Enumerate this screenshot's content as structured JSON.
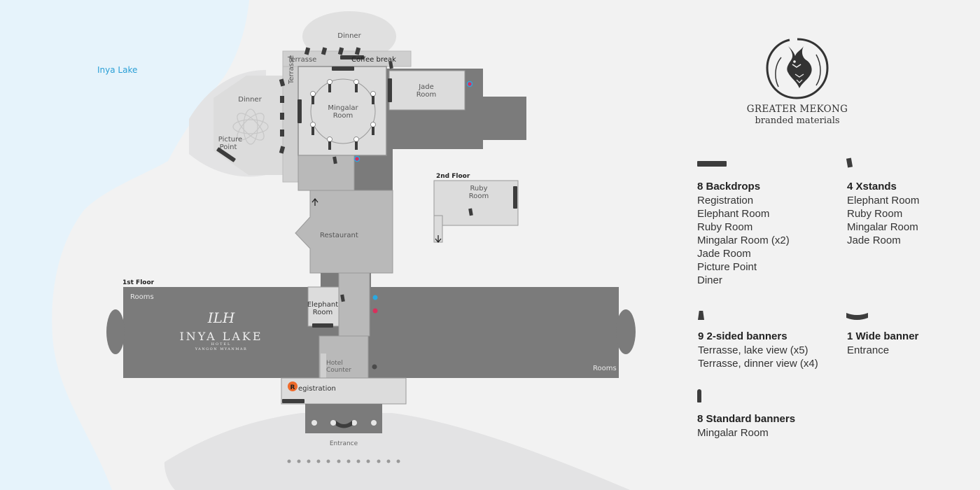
{
  "map": {
    "lake_label": "Inya Lake",
    "floor1_label": "1st Floor",
    "floor2_label": "2nd Floor",
    "rooms": {
      "dinner_top": "Dinner",
      "terrasse_top": "Terrasse",
      "terrasse_side": "Terrasse",
      "coffee_break": "Coffee break",
      "dinner_left": "Dinner",
      "mingalar_1": "Mingalar",
      "mingalar_2": "Room",
      "jade_1": "Jade",
      "jade_2": "Room",
      "picture_1": "Picture",
      "picture_2": "Point",
      "ruby_1": "Ruby",
      "ruby_2": "Room",
      "restaurant": "Restaurant",
      "rooms_left": "Rooms",
      "rooms_right": "Rooms",
      "elephant_1": "Elephant",
      "elephant_2": "Room",
      "hotel_counter_1": "Hotel",
      "hotel_counter_2": "Counter",
      "registration": "egistration",
      "registration_marker": "R",
      "entrance": "Entrance"
    },
    "hotel_logo": {
      "monogram": "ILH",
      "name": "INYA LAKE",
      "hotel": "HOTEL",
      "city": "YANGON MYANMAR"
    }
  },
  "brand": {
    "name": "GREATER MEKONG",
    "subtitle": "branded materials"
  },
  "legend": {
    "backdrops": {
      "title": "8 Backdrops",
      "items": [
        "Registration",
        "Elephant Room",
        "Ruby Room",
        "Mingalar Room (x2)",
        "Jade Room",
        "Picture Point",
        "Diner"
      ]
    },
    "xstands": {
      "title": "4 Xstands",
      "items": [
        "Elephant Room",
        "Ruby Room",
        "Mingalar Room",
        "Jade Room"
      ]
    },
    "two_sided": {
      "title": "9 2-sided banners",
      "items": [
        "Terrasse, lake view (x5)",
        "Terrasse, dinner view (x4)"
      ]
    },
    "wide": {
      "title": "1 Wide banner",
      "items": [
        "Entrance"
      ]
    },
    "standard": {
      "title": "8 Standard banners",
      "items": [
        "Mingalar Room"
      ]
    }
  },
  "colors": {
    "background": "#f2f2f2",
    "lake": "#e6f3fb",
    "lake_label": "#2a9fd6",
    "building_dark": "#7b7b7b",
    "building_mid": "#b9b9b9",
    "building_light": "#dcdcdc",
    "banner": "#3d3d3d",
    "registration_marker": "#ee6a2b",
    "dot_blue": "#29a9e1",
    "dot_red": "#d8305c"
  }
}
